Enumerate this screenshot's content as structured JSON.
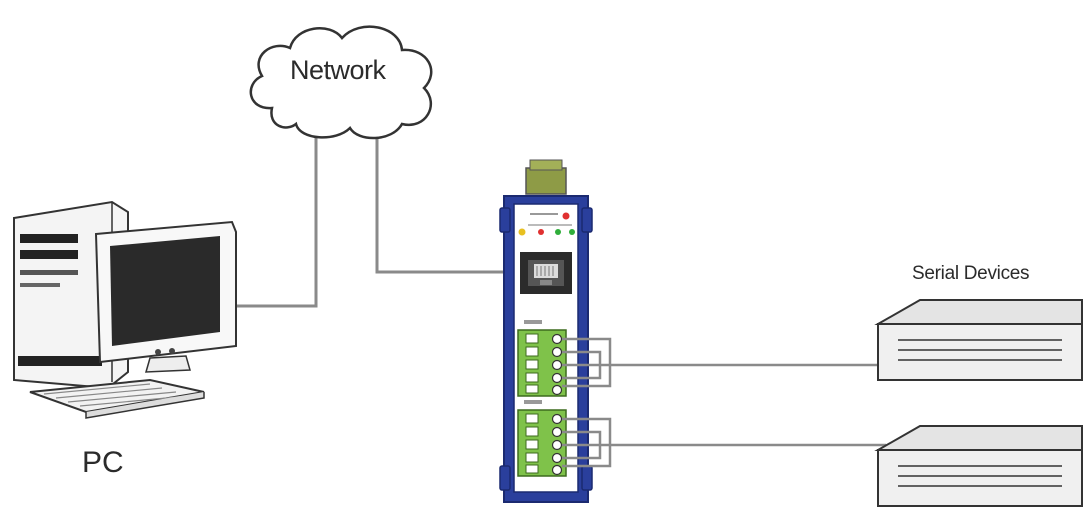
{
  "labels": {
    "network": "Network",
    "pc": "PC",
    "serial_devices": "Serial Devices"
  },
  "colors": {
    "cable": "#8a8a8a",
    "device_blue": "#2a3f9c",
    "terminal_green": "#7fc24a",
    "mount_olive": "#8e9b46",
    "line_dark": "#333333",
    "led_red": "#e03030",
    "led_green": "#2fae3a",
    "led_yellow": "#e8c020"
  },
  "icons": {
    "cloud": "network-cloud-icon",
    "computer": "desktop-computer-icon",
    "gateway": "serial-gateway-device",
    "serial_device": "serial-device-box-icon"
  }
}
